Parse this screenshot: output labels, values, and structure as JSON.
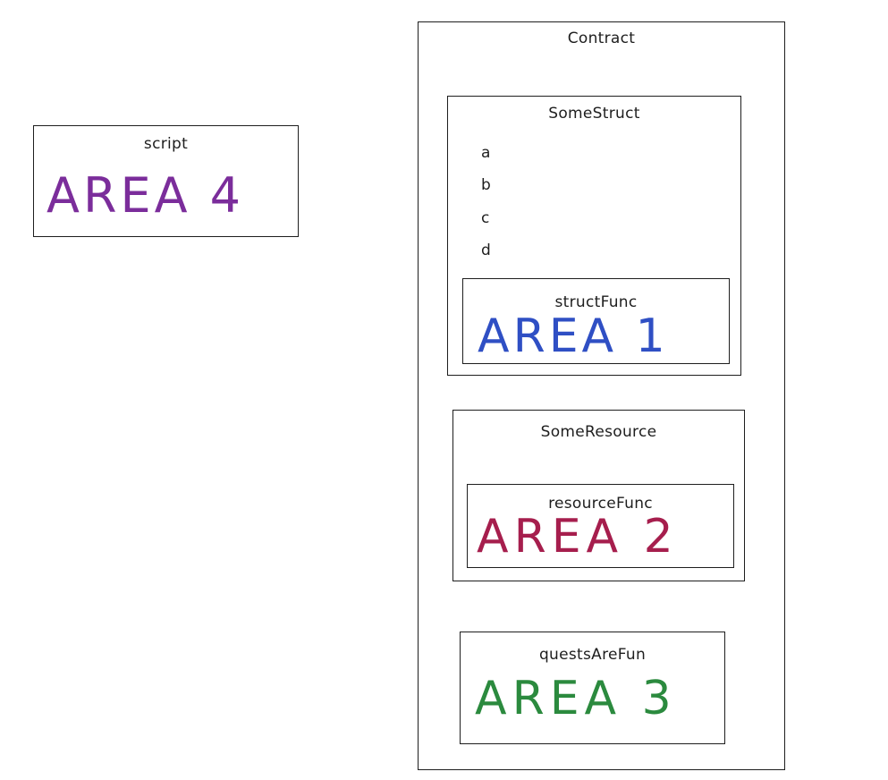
{
  "colors": {
    "stroke": "#1e1e1e",
    "area1": "#2f4fc4",
    "area2": "#a61e4d",
    "area3": "#2b8a3e",
    "area4": "#7b2d9b"
  },
  "script_box": {
    "title": "script",
    "area": "AREA 4"
  },
  "contract": {
    "title": "Contract",
    "struct": {
      "title": "SomeStruct",
      "fields": [
        "a",
        "b",
        "c",
        "d"
      ],
      "func": {
        "title": "structFunc",
        "area": "AREA 1"
      }
    },
    "resource": {
      "title": "SomeResource",
      "func": {
        "title": "resourceFunc",
        "area": "AREA 2"
      }
    },
    "quest": {
      "title": "questsAreFun",
      "area": "AREA 3"
    }
  }
}
